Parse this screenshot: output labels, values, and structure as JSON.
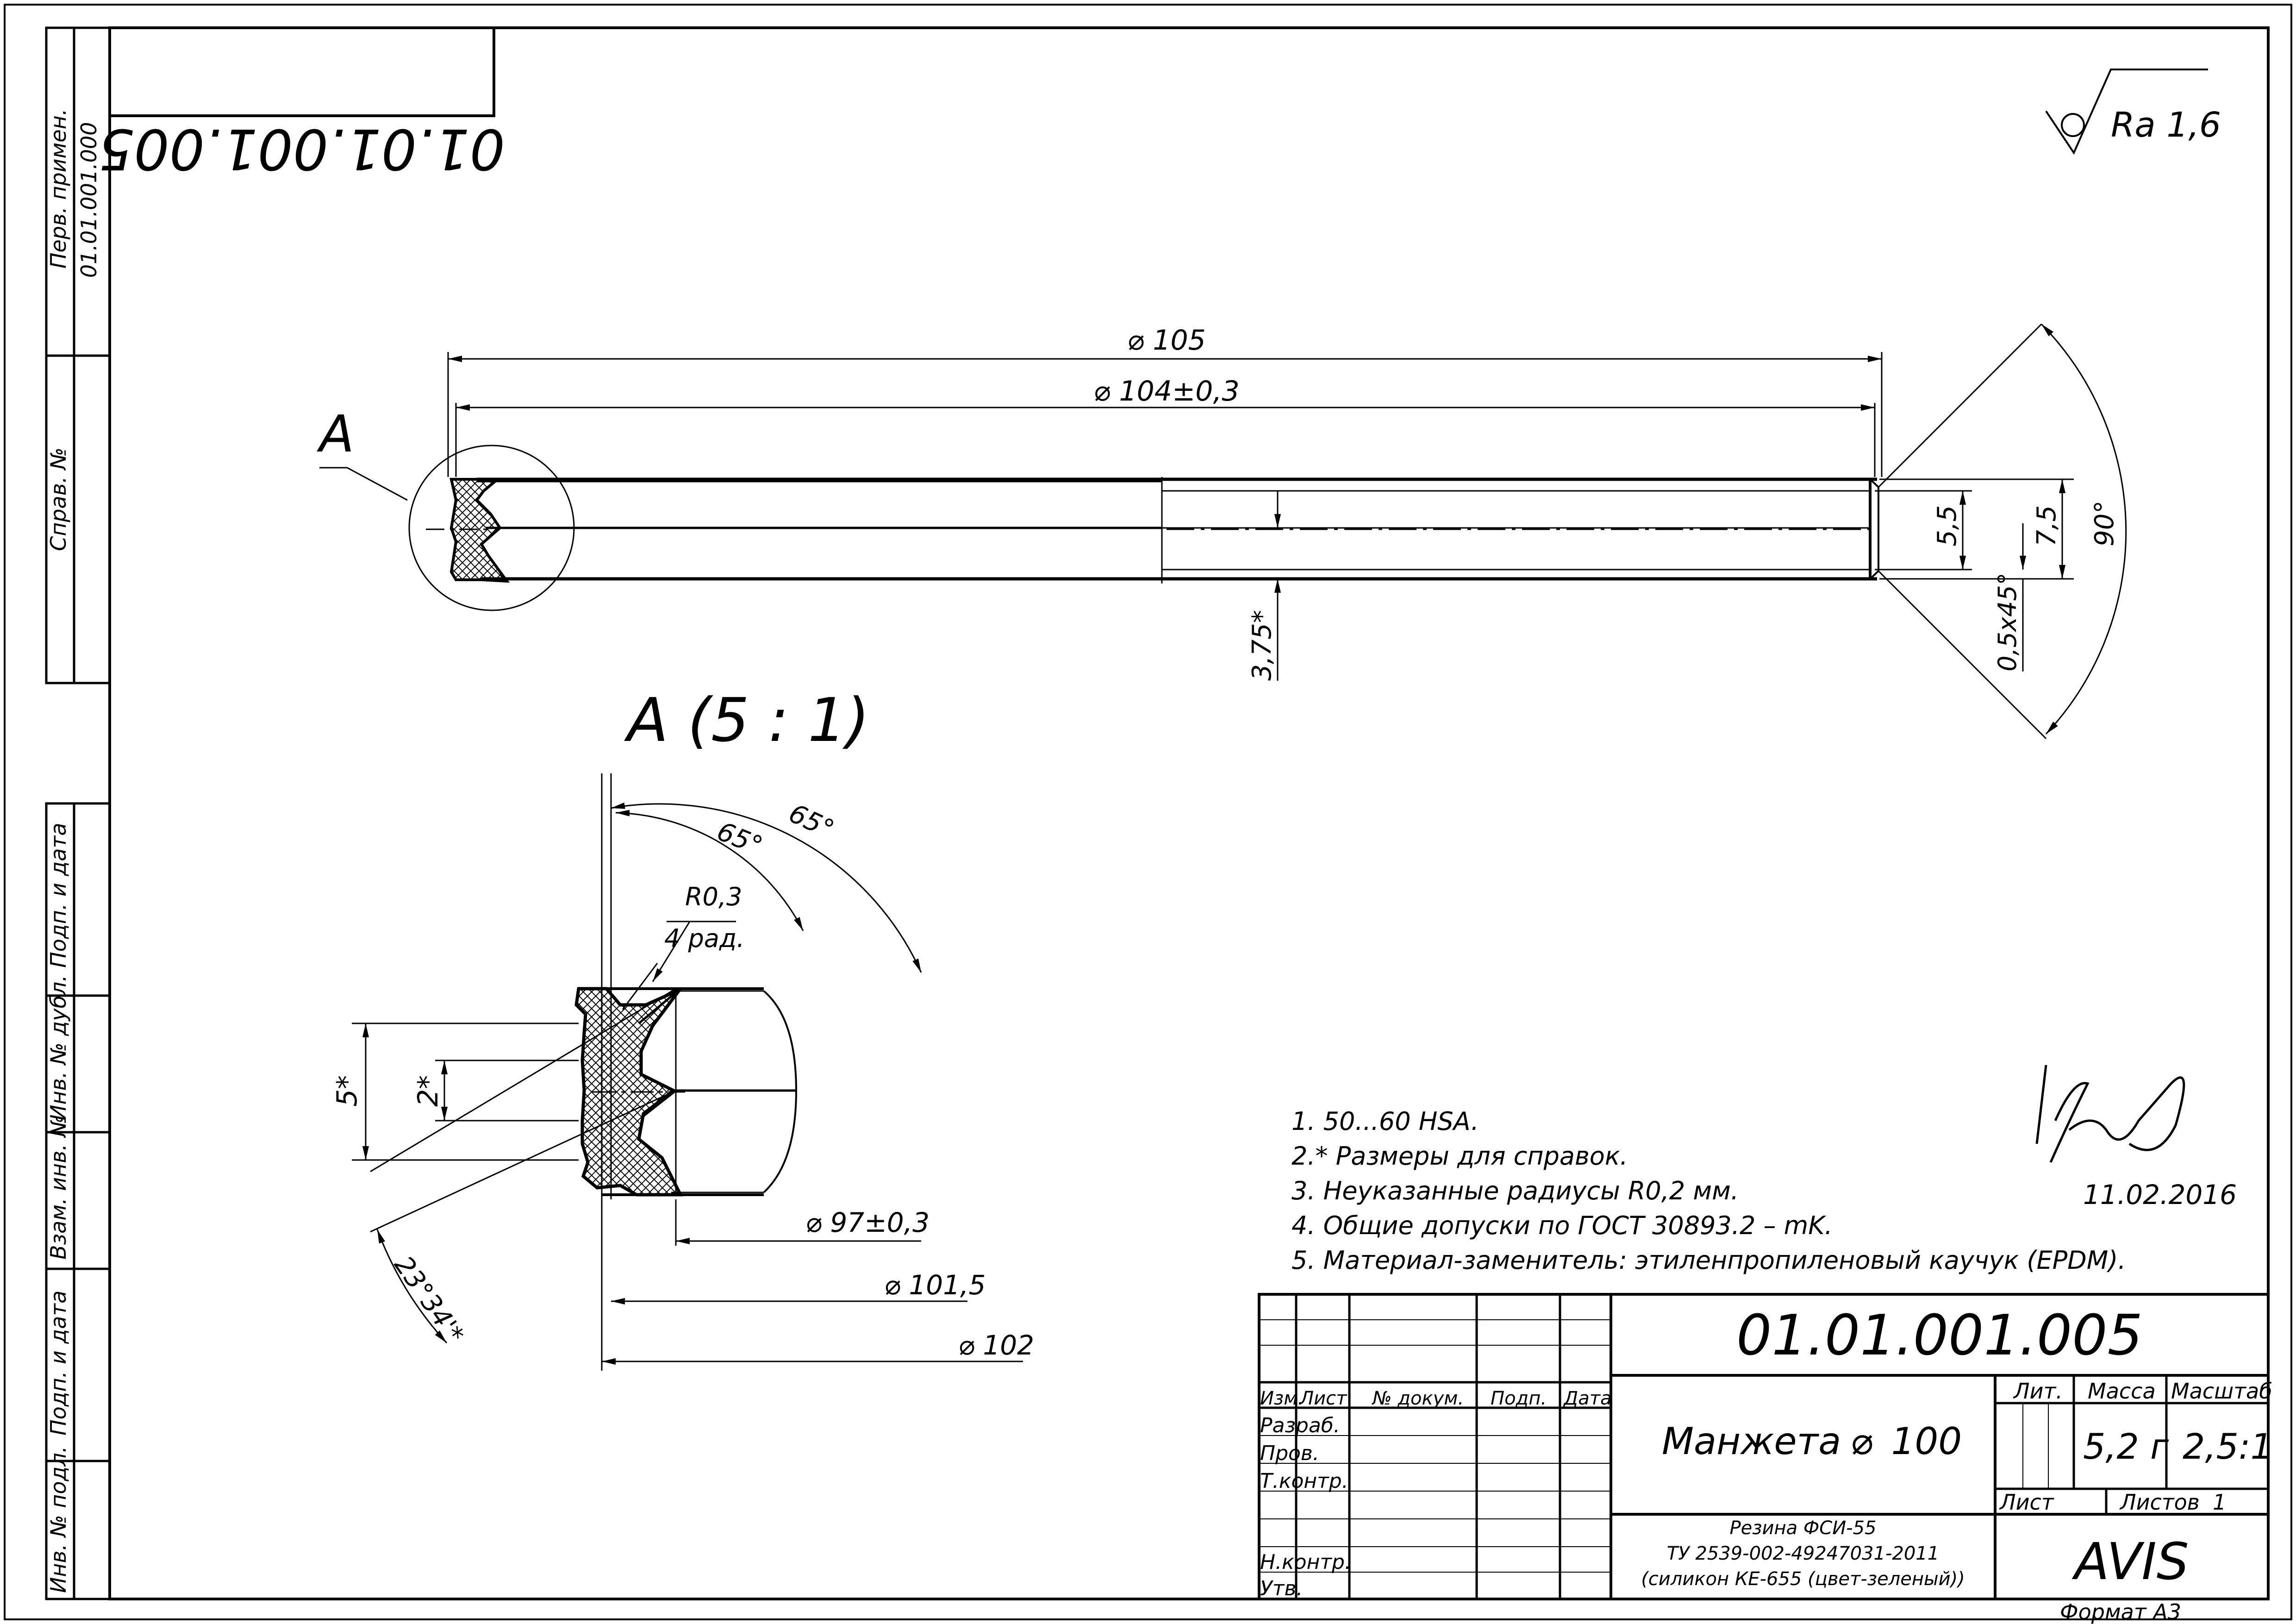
{
  "drawing": {
    "number": "01.01.001.005",
    "number_mirrored": "01.01.001.005",
    "name_prefix": "Манжета",
    "diameter_symbol": "⌀",
    "name_size": "100",
    "mass": "5,2 г",
    "scale": "2,5:1",
    "sheets_label": "Листов",
    "sheets_value": "1",
    "company": "AVIS",
    "format": "Формат А3",
    "material_lines": [
      "Резина ФСИ-55",
      "ТУ 2539-002-49247031-2011",
      "(силикон КЕ-655 (цвет-зеленый))"
    ]
  },
  "roughness": "Ra 1,6",
  "side_columns": {
    "perv_primen": "Перв. примен.",
    "perv_value": "01.01.001.000",
    "sprav": "Справ. №",
    "podp_data": "Подп. и дата",
    "inv_dubl": "Инв. № дубл.",
    "vzam_inv": "Взам. инв. №",
    "podp_data2": "Подп. и дата",
    "inv_podl": "Инв. № подл."
  },
  "title_block_labels": {
    "izm": "Изм.",
    "list": "Лист",
    "n_dokum": "№ докум.",
    "podp": "Подп.",
    "data": "Дата",
    "razrab": "Разраб.",
    "prov": "Пров.",
    "tkontr": "Т.контр.",
    "nkontr": "Н.контр.",
    "utv": "Утв.",
    "lit": "Лит.",
    "massa": "Масса",
    "masshtab": "Масштаб",
    "list2": "Лист"
  },
  "dimensions": {
    "d105": "⌀ 105",
    "d104": "⌀ 104±0,3",
    "h55": "5,5",
    "h75": "7,5",
    "angle90": "90°",
    "chamfer": "0,5x45°",
    "w375": "3,75*",
    "view_a": "А",
    "detail_title": "А  (5 : 1)",
    "angle65a": "65°",
    "angle65b": "65°",
    "radius": "R0,3",
    "rad_count": "4 рад.",
    "h5": "5*",
    "h2": "2*",
    "d97": "⌀ 97±0,3",
    "d1015": "⌀ 101,5",
    "d102": "⌀ 102",
    "angle23": "23°34'*"
  },
  "notes": [
    "1. 50...60 HSA.",
    "2.* Размеры для справок.",
    "3. Неуказанные радиусы R0,2 мм.",
    "4. Общие допуски по ГОСТ 30893.2 – mK.",
    "5. Материал-заменитель: этиленпропиленовый каучук (EPDM)."
  ],
  "signature_date": "11.02.2016"
}
